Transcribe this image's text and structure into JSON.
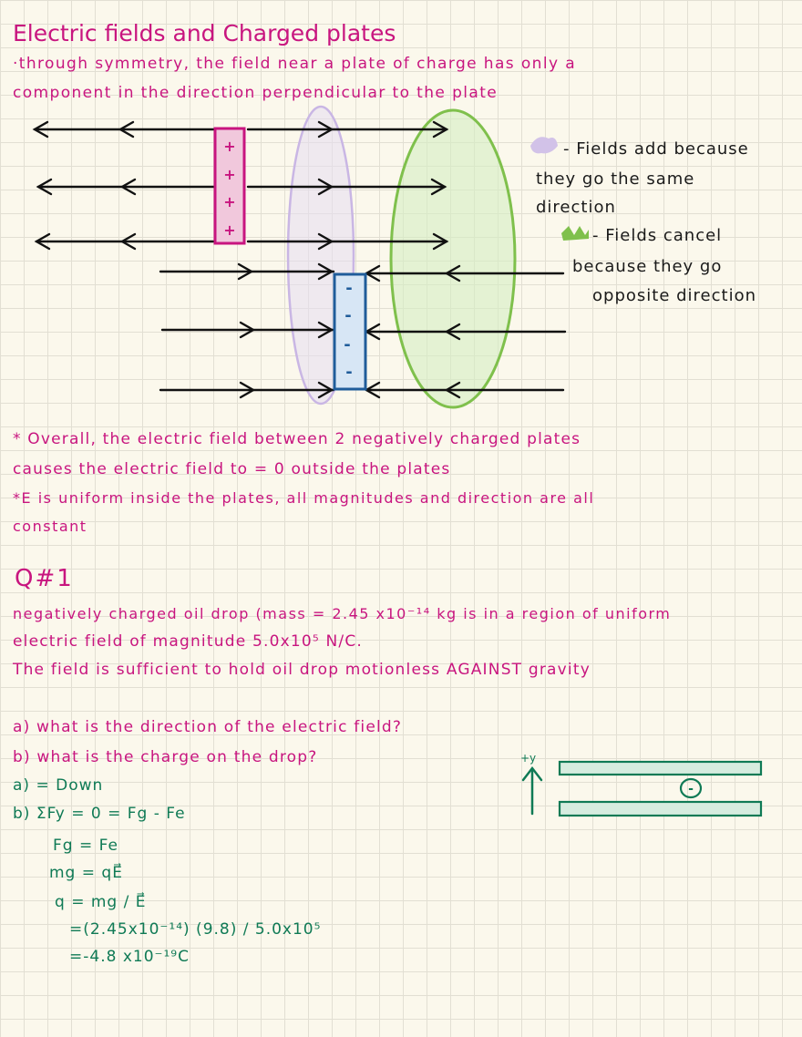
{
  "title": "Electric fields and Charged plates",
  "intro": {
    "line1": "·through symmetry, the field near a plate of charge has only a",
    "line2": "component in the direction perpendicular to the plate"
  },
  "plates": {
    "positive_signs": [
      "+",
      "+",
      "+",
      "+"
    ],
    "negative_signs": [
      "-",
      "-",
      "-",
      "-"
    ]
  },
  "legend": {
    "purple_swatch_color": "#d2c2e8",
    "green_swatch_color": "#7fc04c",
    "purple_line1": "- Fields add because",
    "purple_line2": "they go the same",
    "purple_line3": "direction",
    "green_line1": "- Fields cancel",
    "green_line2": "because they go",
    "green_line3": "opposite direction"
  },
  "notes": {
    "line1": "* Overall, the electric field between 2 negatively charged plates",
    "line2": "causes the electric field to = 0 outside the plates",
    "line3": "*E is uniform inside the plates, all magnitudes and direction are all",
    "line4": "constant"
  },
  "question": {
    "label": "Q#1",
    "line1": "negatively charged oil drop (mass = 2.45 x10⁻¹⁴ kg is in a region of uniform",
    "line2": "electric field of magnitude 5.0x10⁵ N/C.",
    "line3": "The field is sufficient to hold oil drop motionless AGAINST gravity",
    "part_a": "a) what is the direction of the electric field?",
    "part_b": "b) what is the charge on the drop?"
  },
  "solution": {
    "a": "a) = Down",
    "b1": "b) ΣFy = 0 = Fg - Fe",
    "b2": "Fg = Fe",
    "b3": "mg = qE⃗",
    "b4": "q = mg / E⃗",
    "b5": "=(2.45x10⁻¹⁴) (9.8) / 5.0x10⁵",
    "b6": "=-4.8 x10⁻¹⁹C"
  },
  "mini_diagram": {
    "axis_label": "+y",
    "drop_symbol": "-"
  },
  "colors": {
    "ink_pink": "#c8157f",
    "ink_black": "#1a1a1a",
    "ink_green": "#0f7a55",
    "plate_positive": "#c8157f",
    "plate_negative": "#1f5c9a"
  }
}
